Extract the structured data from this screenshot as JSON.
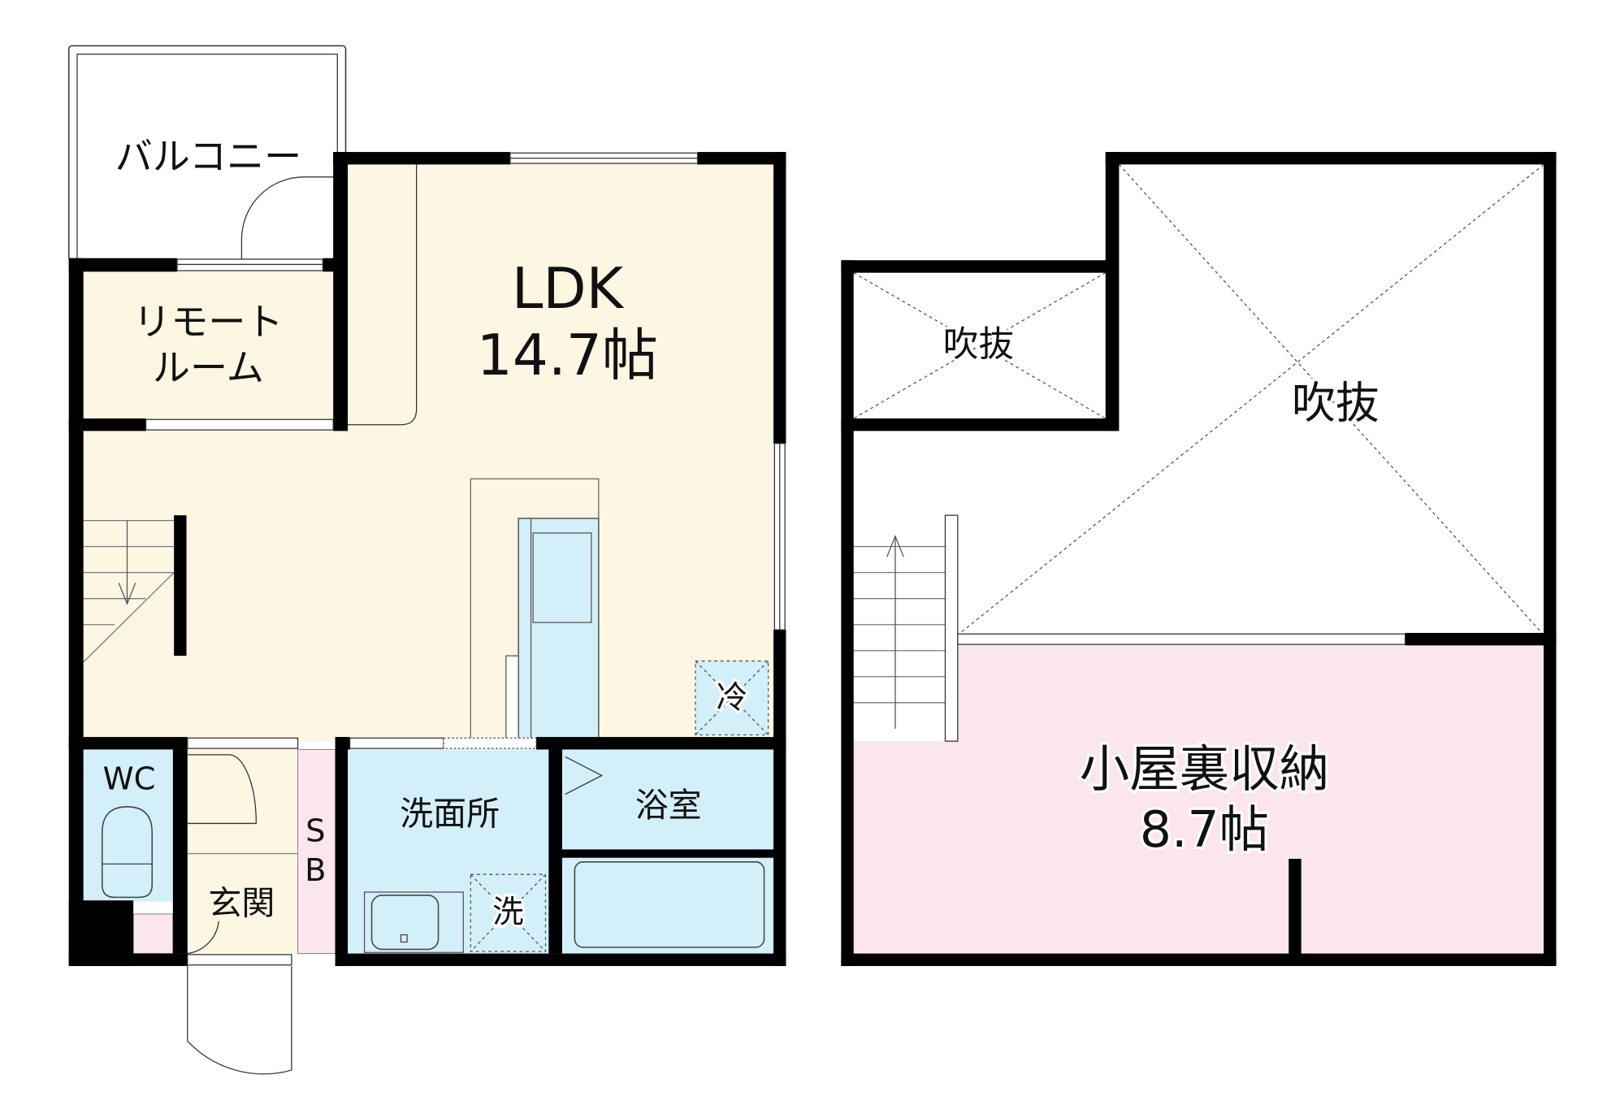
{
  "floor1": {
    "balcony": "バルコニー",
    "remote_room_line1": "リモート",
    "remote_room_line2": "ルーム",
    "ldk": "LDK",
    "ldk_size": "14.7帖",
    "wc": "WC",
    "washroom": "洗面所",
    "bathroom": "浴室",
    "sb_line1": "S",
    "sb_line2": "B",
    "entrance": "玄関",
    "washer_mark": "洗",
    "fridge_mark": "冷"
  },
  "floor2": {
    "void_small": "吹抜",
    "void_large": "吹抜",
    "attic_storage": "小屋裏収納",
    "attic_size": "8.7帖"
  },
  "colors": {
    "cream": "#fdf6e3",
    "blue": "#d3effa",
    "pink": "#fbe5ee",
    "wall": "#000000"
  }
}
